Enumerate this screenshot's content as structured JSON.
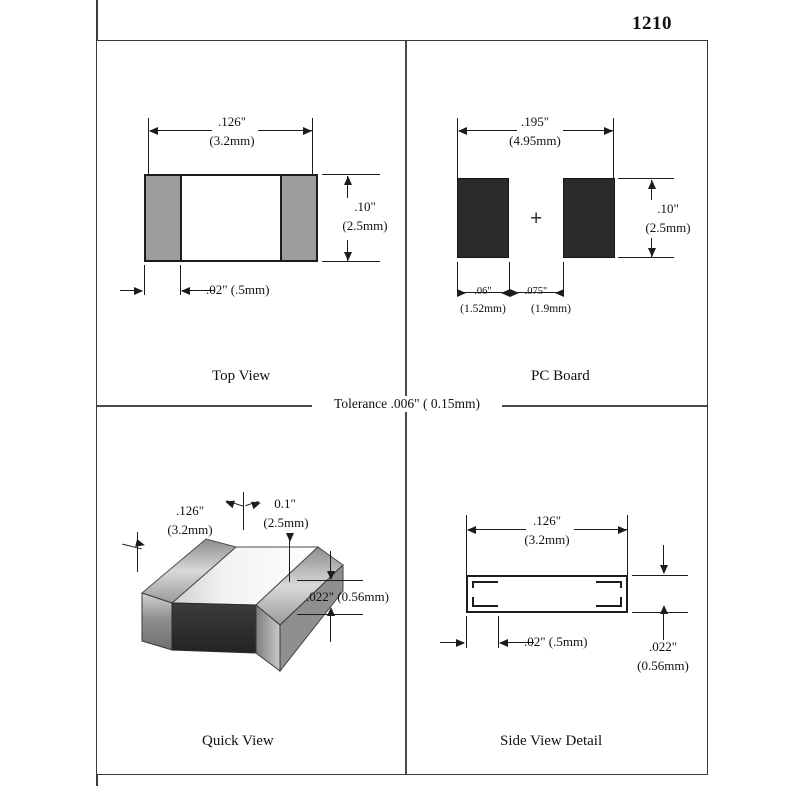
{
  "page": {
    "title": "1210",
    "tolerance_note": "Tolerance  .006\" (  0.15mm)"
  },
  "quadrants": {
    "top_view": {
      "label": "Top View",
      "width_in": ".126\"",
      "width_mm": "(3.2mm)",
      "height_in": ".10\"",
      "height_mm": "(2.5mm)",
      "terminal_dim": ".02\" (.5mm)"
    },
    "pc_board": {
      "label": "PC Board",
      "width_in": ".195\"",
      "width_mm": "(4.95mm)",
      "height_in": ".10\"",
      "height_mm": "(2.5mm)",
      "pad_width_in": ".06\"",
      "pad_width_mm": "(1.52mm)",
      "gap_in": ".075\"",
      "gap_mm": "(1.9mm)",
      "center_mark": "+"
    },
    "quick_view": {
      "label": "Quick View",
      "length_in": ".126\"",
      "length_mm": "(3.2mm)",
      "depth_in": "0.1\"",
      "depth_mm": "(2.5mm)",
      "thickness": ".022\"  (0.56mm)"
    },
    "side_view": {
      "label": "Side View Detail",
      "width_in": ".126\"",
      "width_mm": "(3.2mm)",
      "terminal_dim": ".02\" (.5mm)",
      "thickness_in": ".022\"",
      "thickness_mm": "(0.56mm)"
    }
  },
  "colors": {
    "ink": "#1c1c1c",
    "frame": "#3a3a3a",
    "terminal_gray": "#9d9d9d",
    "pad_black": "#2b2b2b",
    "paper": "#ffffff"
  }
}
